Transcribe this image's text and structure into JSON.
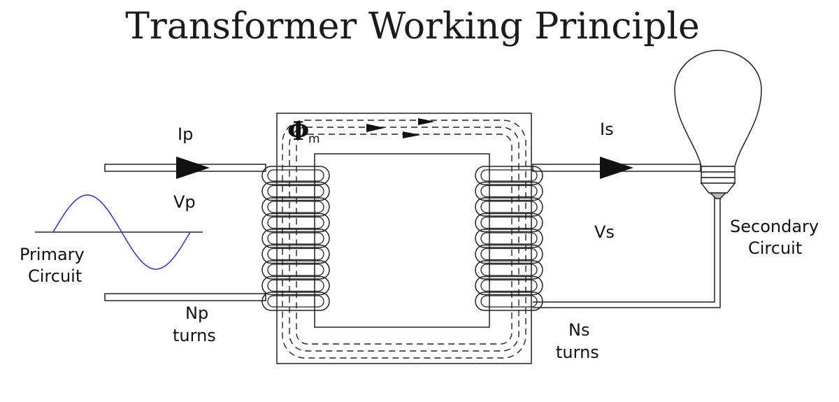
{
  "title": "Transformer Working Principle",
  "labels": {
    "ip": "Ip",
    "vp": "Vp",
    "primary_1": "Primary",
    "primary_2": "Circuit",
    "np_1": "Np",
    "np_2": "turns",
    "is": "Is",
    "vs": "Vs",
    "secondary_1": "Secondary",
    "secondary_2": "Circuit",
    "ns_1": "Ns",
    "ns_2": "turns",
    "flux": "Φ",
    "flux_sub": "m"
  },
  "colors": {
    "sine": "#3a3ad0",
    "line": "#222222"
  },
  "icons": {
    "bulb": "light-bulb-icon"
  },
  "coils": {
    "primary_turns": 9,
    "secondary_turns": 9
  }
}
